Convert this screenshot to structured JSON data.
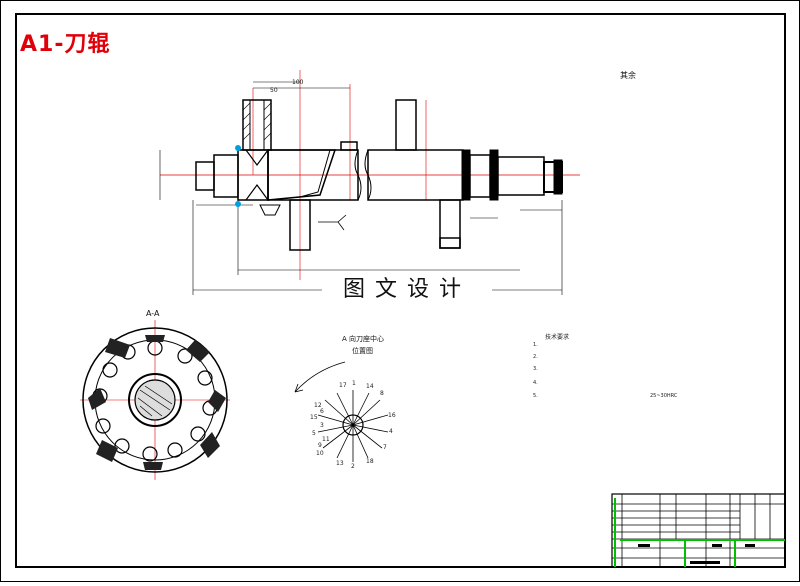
{
  "title": "A1-刀辊",
  "watermark": "图文设计",
  "labels": {
    "top_right_note": "其余",
    "section_aa": "A-A",
    "arrow_a": "A",
    "view_note_line1": "A 向刀座中心",
    "view_note_line2": "位置图",
    "dim_100": "100",
    "dim_50": "50",
    "tech_title": "技术要求",
    "tech_items": [
      "1.",
      "2.",
      "3.",
      "4.",
      "5."
    ],
    "hardness": "25~30HRC"
  },
  "position_numbers": [
    "17",
    "1",
    "14",
    "8",
    "16",
    "12",
    "6",
    "4",
    "15",
    "7",
    "3",
    "5",
    "11",
    "9",
    "10",
    "13",
    "2",
    "18"
  ],
  "colors": {
    "title": "#e0000a",
    "centerline": "#e00000",
    "green": "#00c000",
    "cyan": "#00a0e0"
  }
}
